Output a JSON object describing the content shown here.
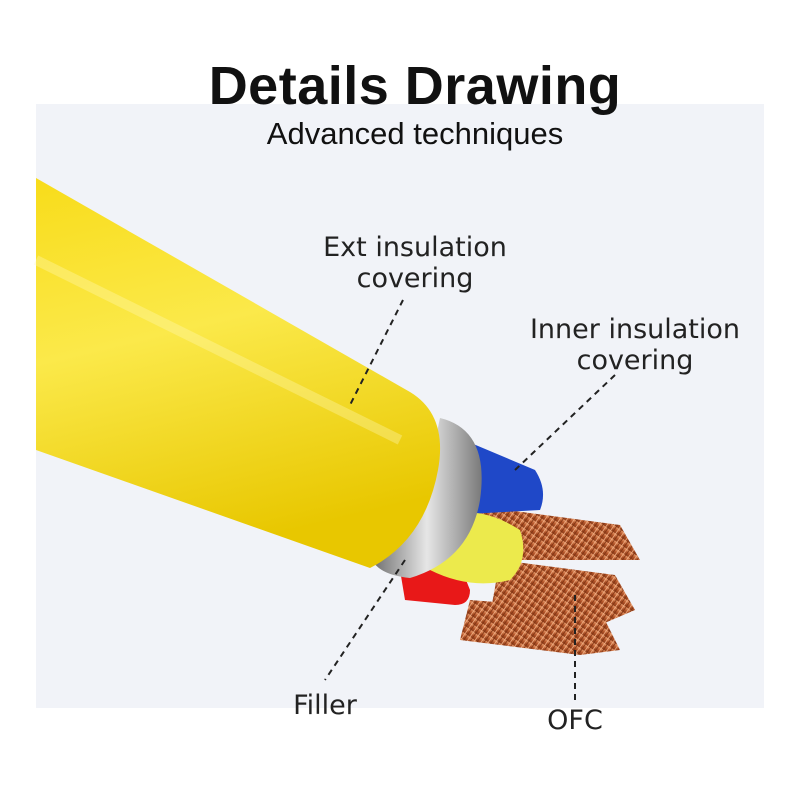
{
  "header": {
    "title": "Details Drawing",
    "subtitle": "Advanced techniques"
  },
  "callouts": {
    "ext_insulation": {
      "line1": "Ext insulation",
      "line2": "covering"
    },
    "inner_insulation": {
      "line1": "Inner insulation",
      "line2": "covering"
    },
    "filler": {
      "label": "Filler"
    },
    "ofc": {
      "label": "OFC"
    }
  },
  "colors": {
    "jacket": "#f5d800",
    "blue_core": "#1f48c8",
    "yellow_core": "#ecea4c",
    "red_core": "#e81818",
    "copper": "#c8683a",
    "filler": "#a8a8a8"
  }
}
